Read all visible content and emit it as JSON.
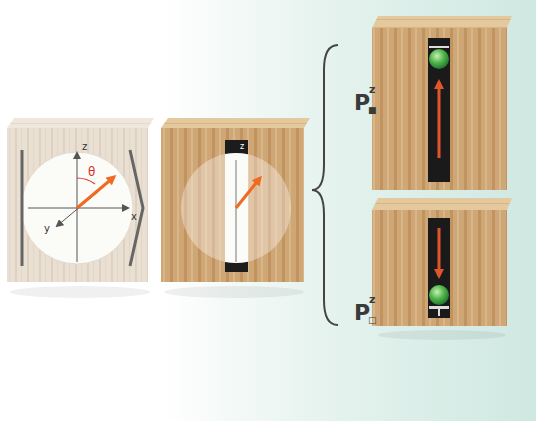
{
  "diagram": {
    "labels": [
      "z",
      "x",
      "y",
      "θ",
      "z",
      "P",
      "■",
      "z",
      "P",
      "□",
      "z"
    ]
  }
}
